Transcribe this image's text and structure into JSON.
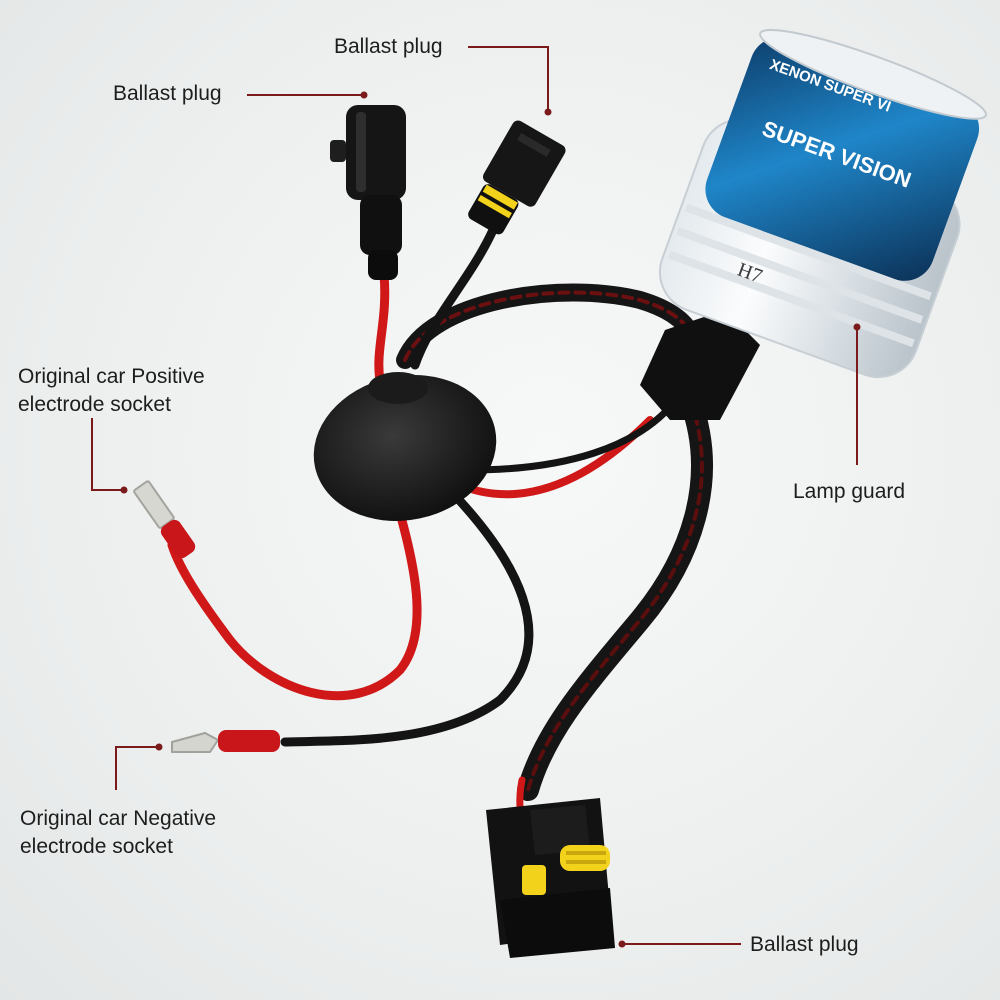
{
  "labels": {
    "ballast_plug_top": "Ballast plug",
    "ballast_plug_left": "Ballast plug",
    "positive_socket": [
      "Original car Positive",
      "electrode socket"
    ],
    "lamp_guard": "Lamp guard",
    "negative_socket": [
      "Original car Negative",
      "electrode socket"
    ],
    "ballast_plug_bottom": "Ballast plug"
  },
  "bulb": {
    "brand_line1": "XENON SUPER VI",
    "brand_line2": "SUPER VISION",
    "model": "H7"
  },
  "colors": {
    "leader_line": "#7a1a1a",
    "wire_red": "#d01818",
    "wire_black": "#141414",
    "connector_yellow": "#f2d21a",
    "label_blue": "#1f86c9"
  }
}
